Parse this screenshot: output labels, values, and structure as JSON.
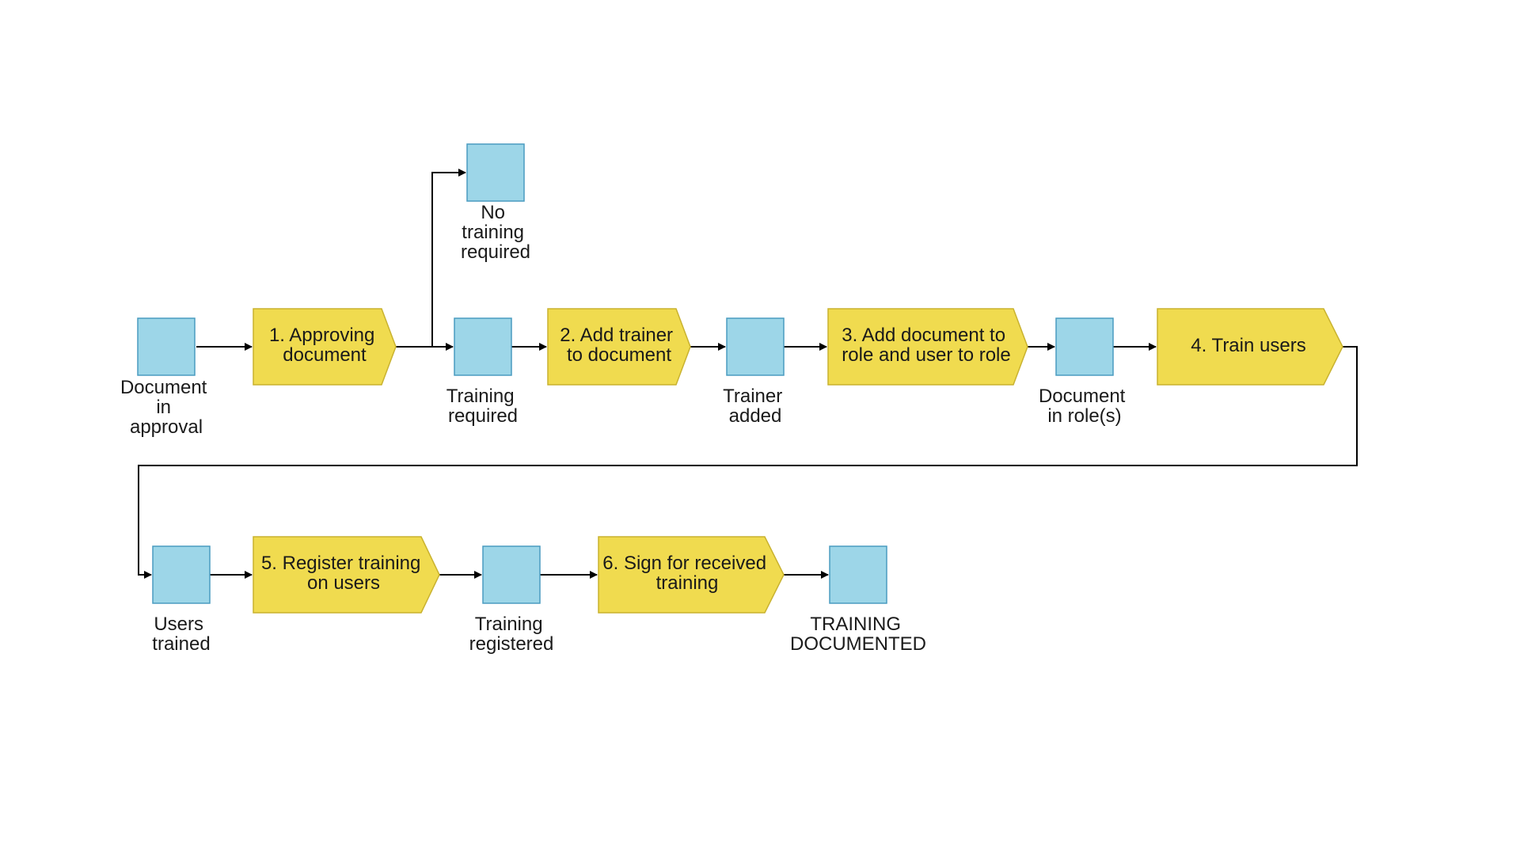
{
  "colors": {
    "event_fill": "#9dd6e8",
    "event_stroke": "#4a9cc0",
    "function_fill": "#f0db4f",
    "function_stroke": "#c9b22f",
    "connector": "#000000"
  },
  "events": {
    "document_in_approval": [
      "Document",
      "in",
      "approval"
    ],
    "no_training_required": [
      "No",
      "training",
      "required"
    ],
    "training_required": [
      "Training",
      "required"
    ],
    "trainer_added": [
      "Trainer",
      "added"
    ],
    "document_in_roles": [
      "Document",
      "in role(s)"
    ],
    "users_trained": [
      "Users",
      "trained"
    ],
    "training_registered": [
      "Training",
      "registered"
    ],
    "training_documented": [
      "TRAINING",
      "DOCUMENTED"
    ]
  },
  "functions": {
    "approving_document": [
      "1. Approving",
      "document"
    ],
    "add_trainer": [
      "2. Add trainer",
      "to document"
    ],
    "add_document_to_role": [
      "3. Add document to",
      "role and user to role"
    ],
    "train_users": [
      "4. Train users"
    ],
    "register_training": [
      "5. Register training",
      "on users"
    ],
    "sign_for_training": [
      "6. Sign for received",
      "training"
    ]
  }
}
